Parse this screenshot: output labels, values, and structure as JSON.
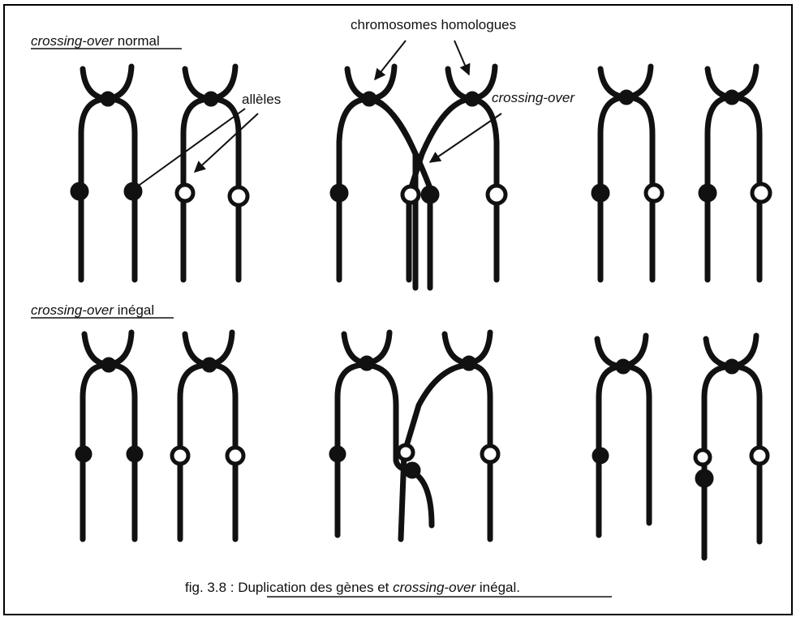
{
  "labels": {
    "section_normal_em": "crossing-over",
    "section_normal_rest": " normal",
    "section_unequal_em": "crossing-over",
    "section_unequal_rest": " inégal",
    "homologues": "chromosomes homologues",
    "alleles": "allèles",
    "crossing_over": "crossing-over"
  },
  "caption": {
    "prefix": "fig. 3.8  : ",
    "part1": "Duplication des gènes et ",
    "em": "crossing-over",
    "part2": " inégal."
  },
  "colors": {
    "ink": "#111111",
    "frame": "#000000",
    "background": "#ffffff"
  }
}
